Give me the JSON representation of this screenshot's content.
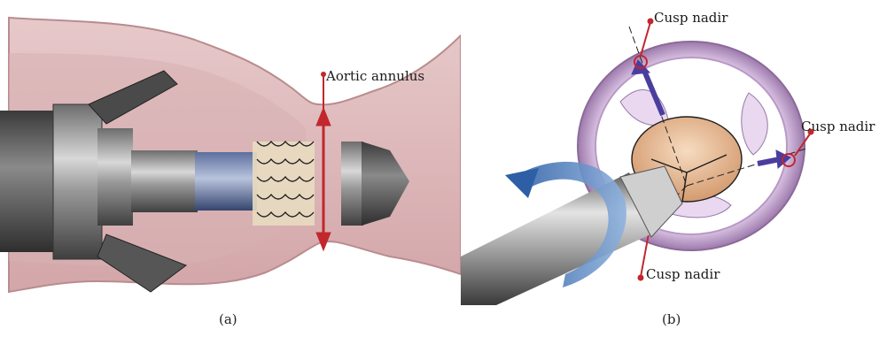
{
  "panel_a": {
    "label": "Aortic annulus",
    "caption": "(a)"
  },
  "panel_b": {
    "labels": [
      "Cusp nadir",
      "Cusp nadir",
      "Cusp nadir"
    ],
    "caption": "(b)"
  },
  "colors": {
    "aorta_tissue": "#d9b3b5",
    "annotation_red": "#c1272d",
    "rotation_arrow": "#3f73b8",
    "cusp_vectors": "#4b3d9e",
    "valve_ring": "#c9a4cf"
  }
}
